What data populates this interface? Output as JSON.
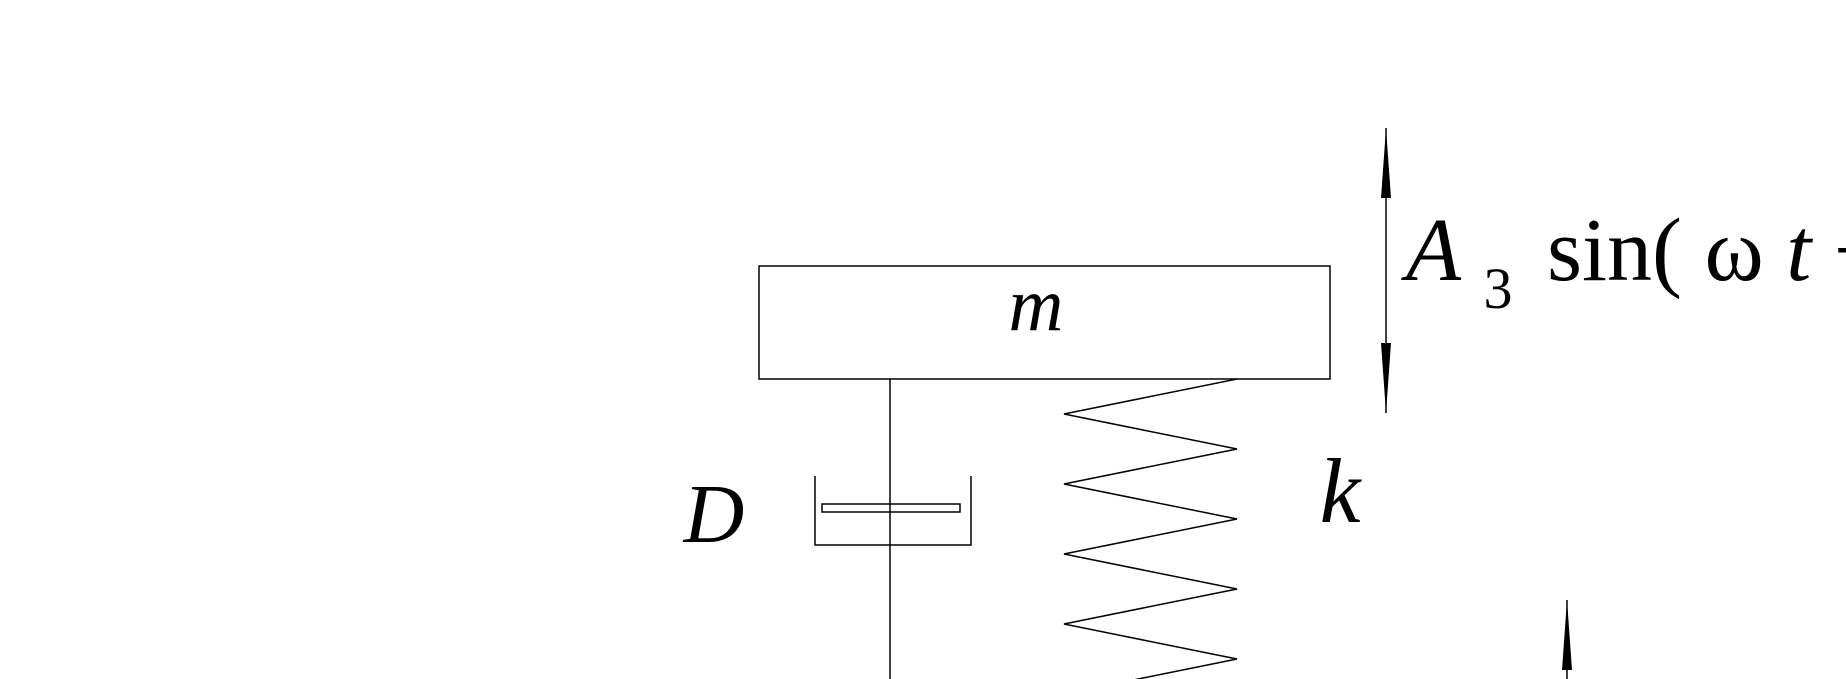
{
  "labels": {
    "mass": "m",
    "damper": "D",
    "spring": "k",
    "amplitude_symbol": "A",
    "amplitude_subscript": "3",
    "sine_function": "sin(",
    "angular_frequency": "ω",
    "time_variable": "t",
    "plus_sign": "+"
  },
  "colors": {
    "stroke": "#000000",
    "background": "#ffffff"
  }
}
